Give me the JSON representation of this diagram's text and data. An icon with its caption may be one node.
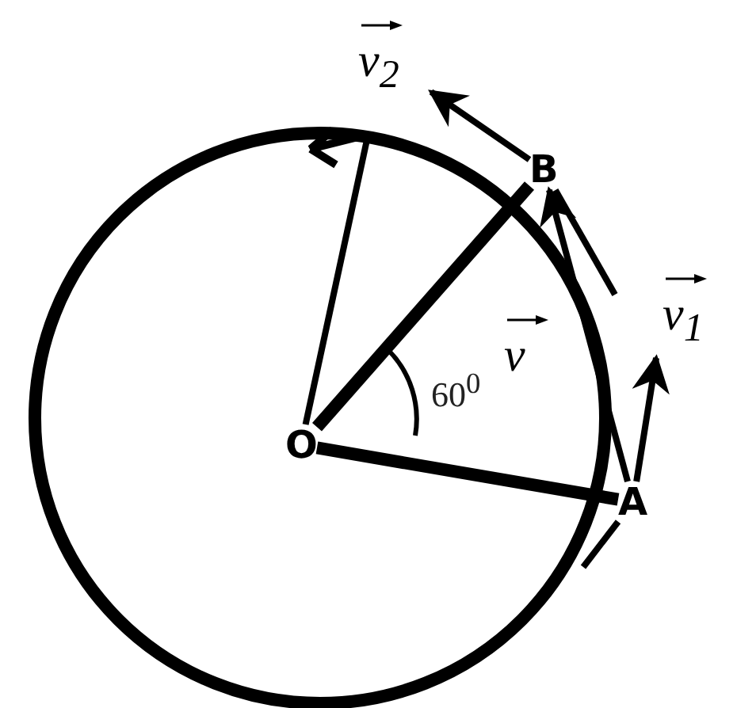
{
  "diagram": {
    "nodes": [
      {
        "text": [
          "O"
        ]
      },
      {
        "text": [
          "A"
        ]
      },
      {
        "text": [
          "B"
        ]
      }
    ],
    "edges": [
      {
        "from": 0,
        "to": 1,
        "arrow": "none",
        "style": "thick"
      },
      {
        "from": 0,
        "to": 2,
        "arrow": "none",
        "style": "thick"
      },
      {
        "from": 0,
        "to": null,
        "arrow": "none"
      },
      {
        "from": 1,
        "to": 2,
        "arrow": "to",
        "label": "v"
      },
      {
        "from": 1,
        "to": null,
        "arrow": "to",
        "label": "v$_{1}$"
      },
      {
        "from": 2,
        "to": null,
        "arrow": "to",
        "label": "v$_{2}$"
      }
    ],
    "labels": [
      "60$^{0}$"
    ]
  }
}
